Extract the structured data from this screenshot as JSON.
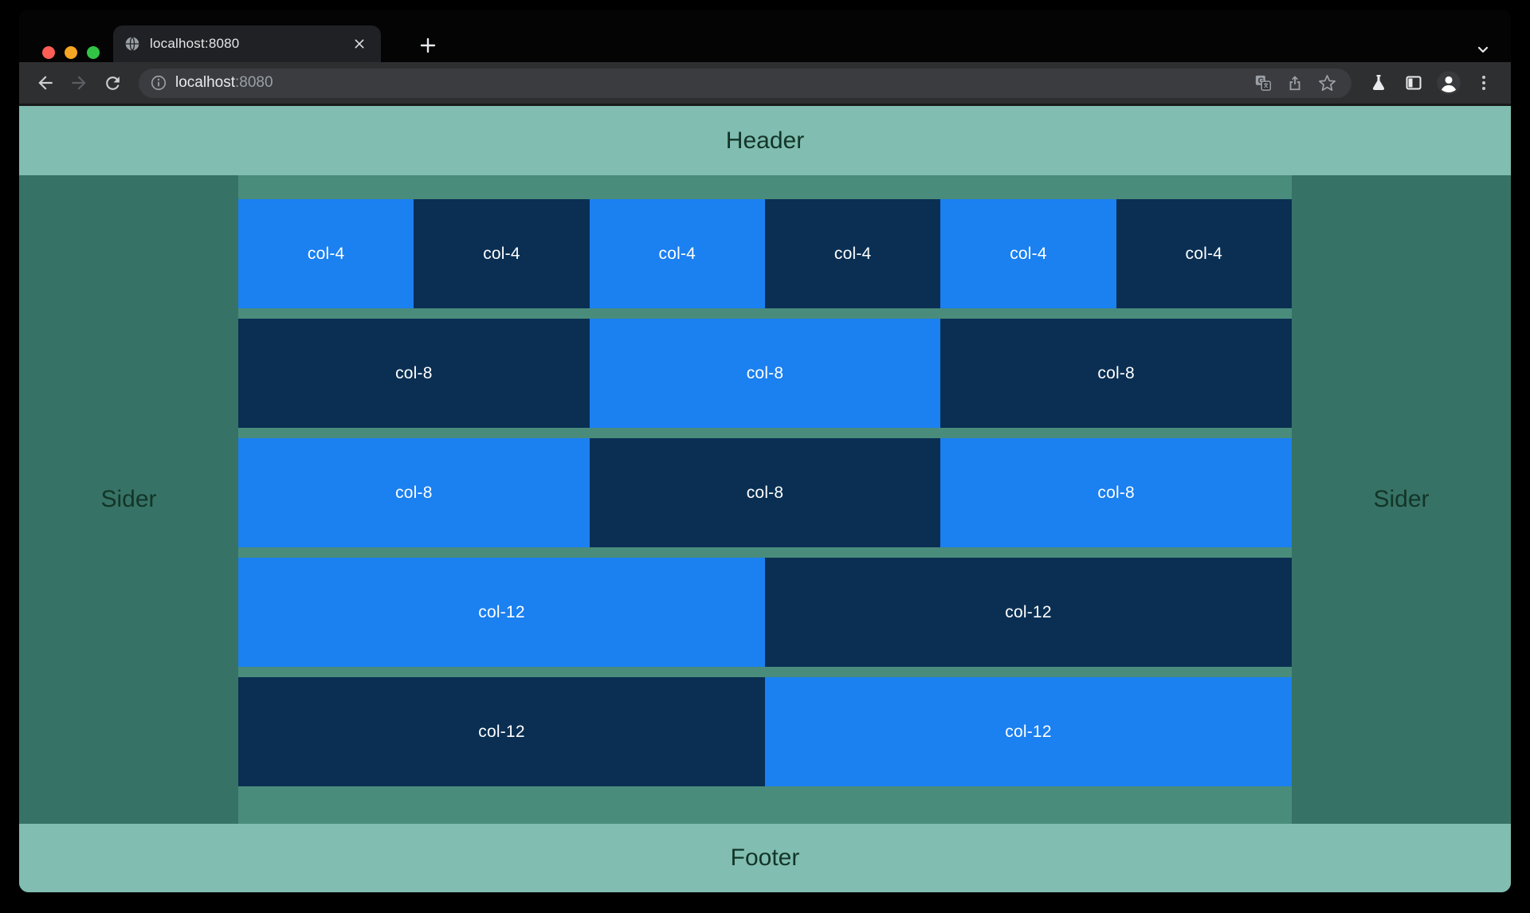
{
  "browser": {
    "tab": {
      "title": "localhost:8080"
    },
    "address": {
      "host": "localhost",
      "port": ":8080"
    },
    "icons": {
      "favicon": "globe-icon",
      "tab_close": "close-icon",
      "new_tab": "plus-icon",
      "tab_menu": "chevron-down-icon",
      "nav": [
        "back-arrow-icon",
        "forward-arrow-icon",
        "reload-icon"
      ],
      "address_left": "site-info-icon",
      "address_right": [
        "translate-icon",
        "share-icon",
        "bookmark-star-icon"
      ],
      "toolbar_right": [
        "experiments-flask-icon",
        "side-panel-icon",
        "profile-avatar-icon",
        "more-vert-icon"
      ]
    },
    "chrome_colors": {
      "tabstrip_bg": "#040404",
      "tab_bg": "#202124",
      "toolbar_bg": "#2e2f31",
      "urlbar_bg": "#3b3c3f"
    }
  },
  "page": {
    "header_label": "Header",
    "sider_left_label": "Sider",
    "sider_right_label": "Sider",
    "footer_label": "Footer",
    "theme": {
      "header_footer_bg": "#81bdb1",
      "sider_bg": "#377266",
      "content_bg": "#498c7b",
      "text_on_teal": "#123527",
      "text_on_blocks": "#ffffff"
    },
    "grid": {
      "colors": {
        "light": "#1b80f0",
        "dark": "#0a2f53"
      },
      "rows": [
        {
          "cols": [
            {
              "label": "col-4",
              "variant": "light"
            },
            {
              "label": "col-4",
              "variant": "dark"
            },
            {
              "label": "col-4",
              "variant": "light"
            },
            {
              "label": "col-4",
              "variant": "dark"
            },
            {
              "label": "col-4",
              "variant": "light"
            },
            {
              "label": "col-4",
              "variant": "dark"
            }
          ]
        },
        {
          "cols": [
            {
              "label": "col-8",
              "variant": "dark"
            },
            {
              "label": "col-8",
              "variant": "light"
            },
            {
              "label": "col-8",
              "variant": "dark"
            }
          ]
        },
        {
          "cols": [
            {
              "label": "col-8",
              "variant": "light"
            },
            {
              "label": "col-8",
              "variant": "dark"
            },
            {
              "label": "col-8",
              "variant": "light"
            }
          ]
        },
        {
          "cols": [
            {
              "label": "col-12",
              "variant": "light"
            },
            {
              "label": "col-12",
              "variant": "dark"
            }
          ]
        },
        {
          "cols": [
            {
              "label": "col-12",
              "variant": "dark"
            },
            {
              "label": "col-12",
              "variant": "light"
            }
          ]
        }
      ]
    }
  }
}
